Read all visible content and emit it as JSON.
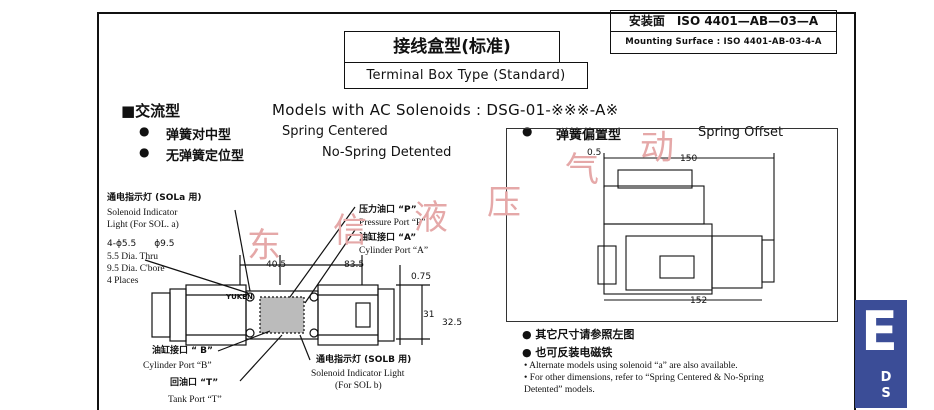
{
  "header": {
    "iso_cn": "安装面　ISO 4401—AB—03—A",
    "iso_en": "Mounting Surface : ISO 4401-AB-03-4-A",
    "title_cn": "接线盒型(标准)",
    "title_en": "Terminal Box Type (Standard)"
  },
  "models": {
    "label_cn": "■交流型",
    "label_en": "Models with AC Solenoids :  DSG-01-※※※-A※",
    "spring_centered_cn": "弹簧对中型",
    "spring_centered_en": "Spring Centered",
    "no_spring_cn": "无弹簧定位型",
    "no_spring_en": "No-Spring Detented",
    "spring_offset_cn": "弹簧偏置型",
    "spring_offset_en": "Spring Offset",
    "bullet": "●"
  },
  "left_labels": {
    "indicator_a_cn": "通电指示灯 (SOLa 用)",
    "indicator_a_en1": "Solenoid Indicator",
    "indicator_a_en2": "Light (For SOL. a)",
    "holes_1": "4-ϕ5.5　　ϕ9.5",
    "holes_2": "5.5 Dia. Thru",
    "holes_3": "9.5 Dia. C'bore",
    "holes_4": "4 Places",
    "port_p_cn": "压力油口 “P”",
    "port_p_en": "Pressure Port “P”",
    "port_a_cn": "油缸接口 “A”",
    "port_a_en": "Cylinder Port “A”",
    "port_b_cn": "油缸接口 “ B”",
    "port_b_en": "Cylinder Port “B”",
    "port_t_cn": "回油口 “T”",
    "port_t_en": "Tank Port “T”",
    "indicator_b_cn": "通电指示灯 (SOLB 用)",
    "indicator_b_en1": "Solenoid Indicator Light",
    "indicator_b_en2": "(For SOL b)"
  },
  "dimensions": {
    "d1": "40.5",
    "d2": "83.5",
    "d3": "0.75",
    "d4": "31",
    "d5": "32.5",
    "d6": "0.5",
    "d7": "150",
    "d8": "152"
  },
  "notes": {
    "n1": "● 其它尺寸请参照左图",
    "n2": "● 也可反装电磁铁",
    "n3": "• Alternate models using solenoid “a” are also available.",
    "n4": "• For other dimensions, refer to “Spring Centered & No-Spring",
    "n5": "   Detented” models."
  },
  "watermark": [
    "东",
    "信",
    "液",
    "压",
    "气",
    "动"
  ],
  "brand": "YUKEN",
  "tab": {
    "letter": "E",
    "sub1": "D",
    "sub2": "S"
  },
  "colors": {
    "tab": "#3b4d97",
    "watermark": "#e5a8a8"
  }
}
